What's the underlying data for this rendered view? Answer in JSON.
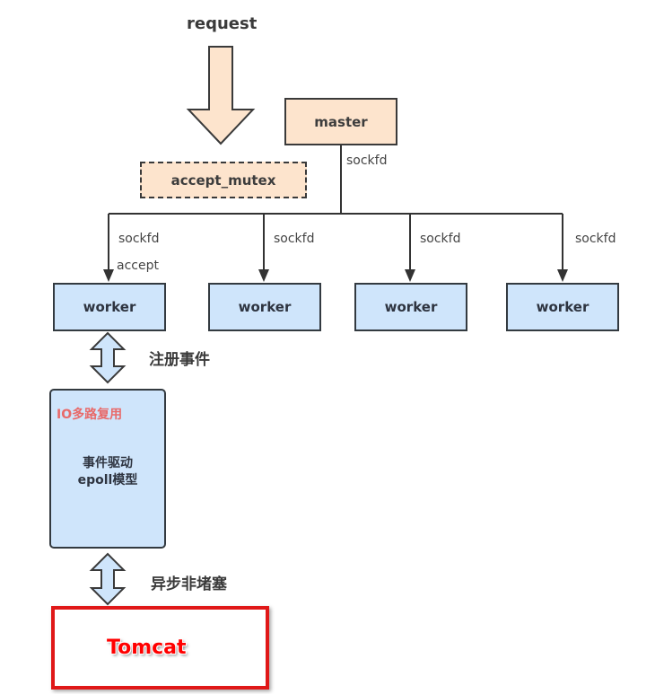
{
  "diagram": {
    "request_label": "request",
    "accept_mutex_label": "accept_mutex",
    "master_label": "master",
    "master_edge_label": "sockfd",
    "workers": [
      {
        "label": "worker",
        "edge_label": "sockfd",
        "edge_sublabel": "accept"
      },
      {
        "label": "worker",
        "edge_label": "sockfd"
      },
      {
        "label": "worker",
        "edge_label": "sockfd"
      },
      {
        "label": "worker",
        "edge_label": "sockfd"
      }
    ],
    "register_events_label": "注册事件",
    "io_box": {
      "title": "IO多路复用",
      "line1": "事件驱动",
      "line2": "epoll模型"
    },
    "async_label": "异步非堵塞",
    "tomcat_label": "Tomcat",
    "colors": {
      "peach": "#fde4cd",
      "blue": "#cfe5fb",
      "red_border": "#e01818",
      "io_title": "#e86a6a"
    }
  }
}
